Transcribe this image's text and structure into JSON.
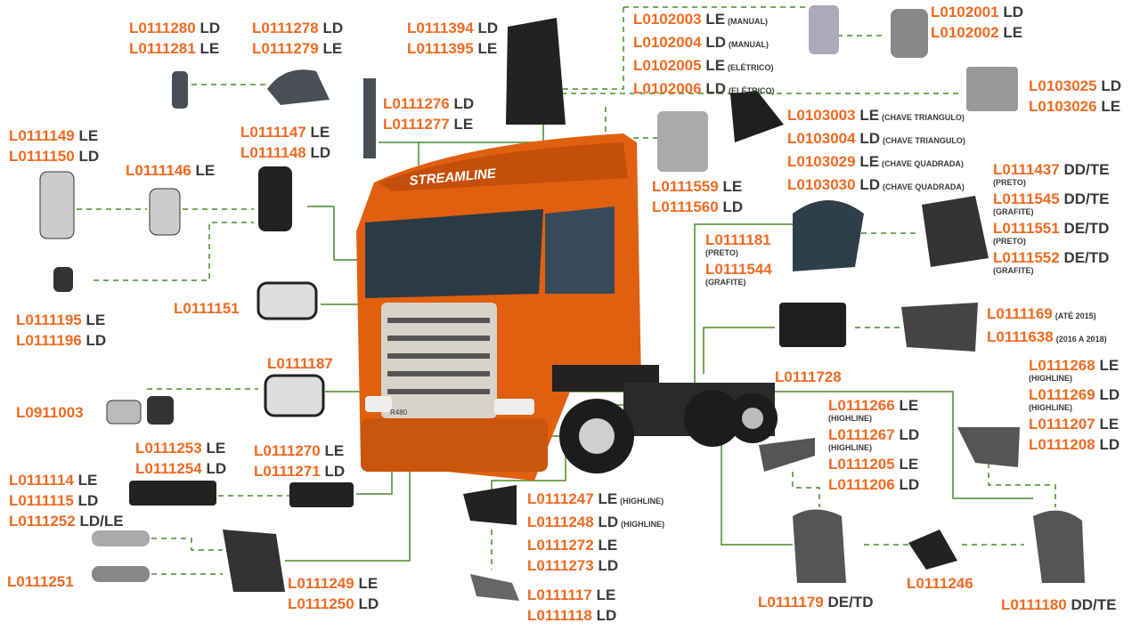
{
  "colors": {
    "code": "#f26a21",
    "side": "#3a3a3a",
    "connector": "#4a8a2a",
    "truck": "#e0600f"
  },
  "truck": {
    "badge": "STREAMLINE",
    "model": "R480"
  },
  "groups": [
    {
      "lines": [
        {
          "code": "L0111280",
          "side": "LD"
        },
        {
          "code": "L0111281",
          "side": "LE"
        }
      ]
    },
    {
      "lines": [
        {
          "code": "L0111278",
          "side": "LD"
        },
        {
          "code": "L0111279",
          "side": "LE"
        }
      ]
    },
    {
      "lines": [
        {
          "code": "L0111394",
          "side": "LD"
        },
        {
          "code": "L0111395",
          "side": "LE"
        }
      ]
    },
    {
      "lines": [
        {
          "code": "L0102003",
          "side": "LE",
          "note": "(MANUAL)"
        },
        {
          "code": "L0102004",
          "side": "LD",
          "note": "(MANUAL)"
        },
        {
          "code": "L0102005",
          "side": "LE",
          "note": "(ELÉTRICO)"
        },
        {
          "code": "L0102006",
          "side": "LD",
          "note": "(ELÉTRICO)"
        }
      ]
    },
    {
      "lines": [
        {
          "code": "L0102001",
          "side": "LD"
        },
        {
          "code": "L0102002",
          "side": "LE"
        }
      ]
    },
    {
      "lines": [
        {
          "code": "L0103025",
          "side": "LD"
        },
        {
          "code": "L0103026",
          "side": "LE"
        }
      ]
    },
    {
      "lines": [
        {
          "code": "L0111276",
          "side": "LD"
        },
        {
          "code": "L0111277",
          "side": "LE"
        }
      ]
    },
    {
      "lines": [
        {
          "code": "L0103003",
          "side": "LE",
          "note": "(CHAVE TRIANGULO)"
        },
        {
          "code": "L0103004",
          "side": "LD",
          "note": "(CHAVE TRIANGULO)"
        },
        {
          "code": "L0103029",
          "side": "LE",
          "note": "(CHAVE QUADRADA)"
        },
        {
          "code": "L0103030",
          "side": "LD",
          "note": "(CHAVE QUADRADA)"
        }
      ]
    },
    {
      "lines": [
        {
          "code": "L0111149",
          "side": "LE"
        },
        {
          "code": "L0111150",
          "side": "LD"
        }
      ]
    },
    {
      "lines": [
        {
          "code": "L0111147",
          "side": "LE"
        },
        {
          "code": "L0111148",
          "side": "LD"
        }
      ]
    },
    {
      "lines": [
        {
          "code": "L0111146",
          "side": "LE"
        }
      ]
    },
    {
      "lines": [
        {
          "code": "L0111559",
          "side": "LE"
        },
        {
          "code": "L0111560",
          "side": "LD"
        }
      ]
    },
    {
      "lines": [
        {
          "code": "L0111437",
          "side": "DD/TE",
          "sub": "(PRETO)"
        },
        {
          "code": "L0111545",
          "side": "DD/TE",
          "sub": "(GRAFITE)"
        },
        {
          "code": "L0111551",
          "side": "DE/TD",
          "sub": "(PRETO)"
        },
        {
          "code": "L0111552",
          "side": "DE/TD",
          "sub": "(GRAFITE)"
        }
      ]
    },
    {
      "lines": [
        {
          "code": "L0111181",
          "sub": "(PRETO)"
        },
        {
          "code": "L0111544",
          "sub": "(GRAFITE)"
        }
      ]
    },
    {
      "lines": [
        {
          "code": "L0111151"
        }
      ]
    },
    {
      "lines": [
        {
          "code": "L0111195",
          "side": "LE"
        },
        {
          "code": "L0111196",
          "side": "LD"
        }
      ]
    },
    {
      "lines": [
        {
          "code": "L0111169",
          "note": "(ATÉ 2015)"
        },
        {
          "code": "L0111638",
          "note": "(2016 A 2018)"
        }
      ]
    },
    {
      "lines": [
        {
          "code": "L0111268",
          "side": "LE",
          "sub": "(HIGHLINE)"
        },
        {
          "code": "L0111269",
          "side": "LD",
          "sub": "(HIGHLINE)"
        },
        {
          "code": "L0111207",
          "side": "LE"
        },
        {
          "code": "L0111208",
          "side": "LD"
        }
      ]
    },
    {
      "lines": [
        {
          "code": "L0111187"
        }
      ]
    },
    {
      "lines": [
        {
          "code": "L0111728"
        }
      ]
    },
    {
      "lines": [
        {
          "code": "L0111266",
          "side": "LE",
          "sub": "(HIGHLINE)"
        },
        {
          "code": "L0111267",
          "side": "LD",
          "sub": "(HIGHLINE)"
        },
        {
          "code": "L0111205",
          "side": "LE"
        },
        {
          "code": "L0111206",
          "side": "LD"
        }
      ]
    },
    {
      "lines": [
        {
          "code": "L0911003"
        }
      ]
    },
    {
      "lines": [
        {
          "code": "L0111253",
          "side": "LE"
        },
        {
          "code": "L0111254",
          "side": "LD"
        }
      ]
    },
    {
      "lines": [
        {
          "code": "L0111270",
          "side": "LE"
        },
        {
          "code": "L0111271",
          "side": "LD"
        }
      ]
    },
    {
      "lines": [
        {
          "code": "L0111114",
          "side": "LE"
        },
        {
          "code": "L0111115",
          "side": "LD"
        },
        {
          "code": "L0111252",
          "side": "LD/LE"
        }
      ]
    },
    {
      "lines": [
        {
          "code": "L0111247",
          "side": "LE",
          "note": "(HIGHLINE)"
        },
        {
          "code": "L0111248",
          "side": "LD",
          "note": "(HIGHLINE)"
        },
        {
          "code": "L0111272",
          "side": "LE"
        },
        {
          "code": "L0111273",
          "side": "LD"
        }
      ]
    },
    {
      "lines": [
        {
          "code": "L0111251"
        }
      ]
    },
    {
      "lines": [
        {
          "code": "L0111249",
          "side": "LE"
        },
        {
          "code": "L0111250",
          "side": "LD"
        }
      ]
    },
    {
      "lines": [
        {
          "code": "L0111117",
          "side": "LE"
        },
        {
          "code": "L0111118",
          "side": "LD"
        }
      ]
    },
    {
      "lines": [
        {
          "code": "L0111246"
        }
      ]
    },
    {
      "lines": [
        {
          "code": "L0111179",
          "side": "DE/TD"
        }
      ]
    },
    {
      "lines": [
        {
          "code": "L0111180",
          "side": "DD/TE"
        }
      ]
    }
  ]
}
